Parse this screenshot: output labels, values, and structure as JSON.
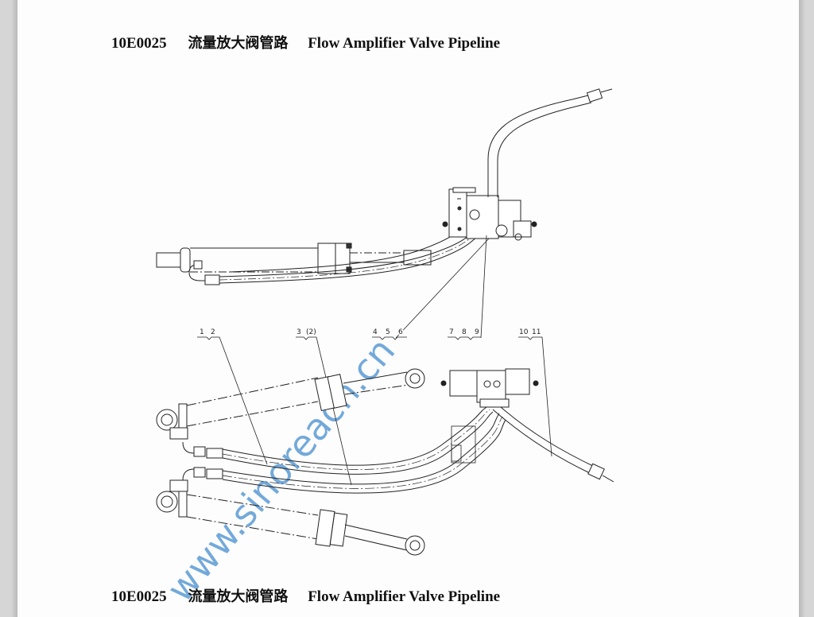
{
  "viewer": {
    "background": "#d6d6d6",
    "page_color": "#fdfdfd"
  },
  "header": {
    "code": "10E0025",
    "title_cn": "流量放大阀管路",
    "title_en": "Flow Amplifier Valve Pipeline"
  },
  "footer": {
    "code": "10E0025",
    "title_cn": "流量放大阀管路",
    "title_en": "Flow Amplifier Valve Pipeline"
  },
  "drawing": {
    "callouts": [
      {
        "labels": [
          "1",
          "2"
        ]
      },
      {
        "labels": [
          "3",
          "(2)"
        ]
      },
      {
        "labels": [
          "4",
          "5",
          "6"
        ]
      },
      {
        "labels": [
          "7",
          "8",
          "9"
        ]
      },
      {
        "labels": [
          "10",
          "11"
        ]
      }
    ],
    "watermark": "www.sinoreach.cn",
    "watermark_color": "#5b9bd5"
  }
}
